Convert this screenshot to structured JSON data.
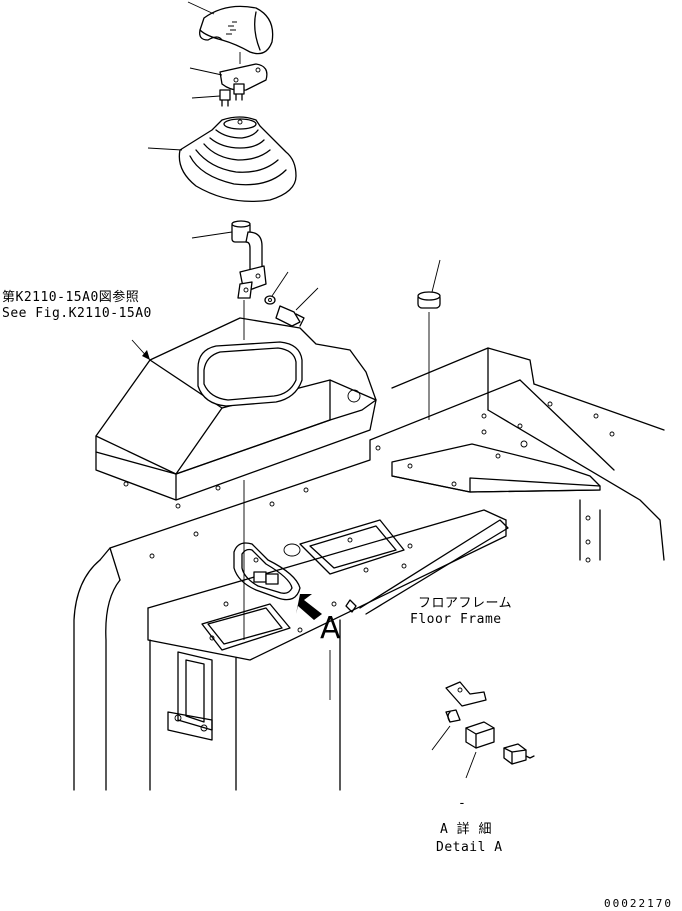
{
  "labels": {
    "ref_jp": "第K2110-15A0図参照",
    "ref_en": "See Fig.K2110-15A0",
    "floor_jp": "フロアフレーム",
    "floor_en": "Floor Frame",
    "view_marker": "A",
    "detail_dash": "-",
    "detail_jp": "A 詳 細",
    "detail_en": "Detail A",
    "drawing_number": "00022170"
  },
  "colors": {
    "line": "#000000",
    "background": "#ffffff"
  }
}
